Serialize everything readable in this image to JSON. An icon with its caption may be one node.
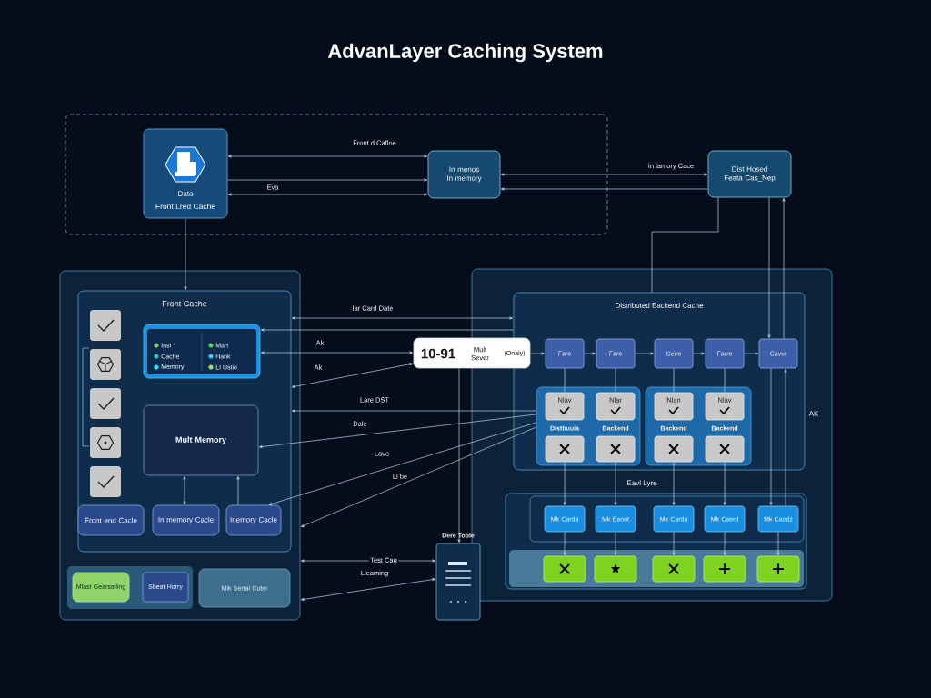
{
  "diagram": {
    "title": "AdvanLayer Caching System",
    "nodes": [
      {
        "text": [],
        "shape": "box"
      },
      {
        "text": [
          "Data",
          "Front Lred Cache"
        ],
        "in": 0
      },
      {
        "text": [
          "In menos In memory"
        ],
        "in": 0
      },
      {
        "text": [
          "Dist Hosed Feata Cas_Nep"
        ]
      },
      {
        "text": [],
        "shape": "box"
      },
      {
        "text": [
          "Front Cache"
        ],
        "in": 4
      },
      {
        "text": [
          "Inst",
          "Cache",
          "Memory",
          "Mart",
          "Hank",
          "LI Ustio"
        ],
        "in": 5
      },
      {
        "text": [
          "Mult Memory"
        ],
        "in": 5
      },
      {
        "text": [
          "Front end Cacle"
        ],
        "in": 5
      },
      {
        "text": [
          "In memory Cacle"
        ],
        "in": 5
      },
      {
        "text": [
          "Inemory Cacle"
        ],
        "in": 5
      },
      {
        "text": [
          "Mlast Gearsailing"
        ],
        "in": 4
      },
      {
        "text": [
          "Sbeat Horry"
        ],
        "in": 4
      },
      {
        "text": [
          "Mik Sertal Cuter"
        ],
        "in": 4
      },
      {
        "text": [
          "10-91",
          "Mult Sever",
          "(Onaly)"
        ]
      },
      {
        "text": [],
        "shape": "box"
      },
      {
        "text": [
          "Distributed Backend Cache"
        ],
        "in": 15
      },
      {
        "text": [
          "Fare"
        ],
        "in": 16
      },
      {
        "text": [
          "Fare"
        ],
        "in": 16
      },
      {
        "text": [
          "Ceire"
        ],
        "in": 16
      },
      {
        "text": [
          "Farre"
        ],
        "in": 16
      },
      {
        "text": [
          "Caver"
        ],
        "in": 16
      },
      {
        "text": [],
        "shape": "box",
        "in": 16
      },
      {
        "text": [],
        "shape": "box",
        "in": 16
      },
      {
        "text": [
          "Nlav"
        ],
        "in": 22
      },
      {
        "text": [
          "Nlar"
        ],
        "in": 22
      },
      {
        "text": [
          "Nlan"
        ],
        "in": 23
      },
      {
        "text": [
          "Nlav"
        ],
        "in": 23
      },
      {
        "text": [
          "Distbuuia"
        ],
        "in": 22
      },
      {
        "text": [
          "Backend"
        ],
        "in": 22
      },
      {
        "text": [
          "Backend"
        ],
        "in": 23
      },
      {
        "text": [
          "Backend"
        ],
        "in": 23
      },
      {
        "text": [],
        "shape": "box",
        "in": 15
      },
      {
        "text": [
          "Mk Carda"
        ],
        "in": 32
      },
      {
        "text": [
          "Mk Eaoot"
        ],
        "in": 32
      },
      {
        "text": [
          "Mk Carda"
        ],
        "in": 32
      },
      {
        "text": [
          "Mk Caerd"
        ],
        "in": 32
      },
      {
        "text": [
          "Mk Caodz"
        ],
        "in": 32
      },
      {
        "text": [],
        "shape": "box",
        "in": 32
      },
      {
        "text": [],
        "shape": "box",
        "in": 32
      },
      {
        "text": [],
        "shape": "box",
        "in": 32
      },
      {
        "text": [],
        "shape": "box",
        "in": 32
      },
      {
        "text": [],
        "shape": "box",
        "in": 32
      },
      {
        "text": [
          "Dere Toble"
        ]
      }
    ],
    "edges": [
      {
        "from": 1,
        "to": 2,
        "arrow": "both",
        "label": "Front d Cafloe"
      },
      {
        "from": 1,
        "to": 2,
        "arrow": "to",
        "label": "Eva"
      },
      {
        "from": 1,
        "to": 2,
        "arrow": "both"
      },
      {
        "from": 2,
        "to": 3,
        "arrow": "both",
        "label": "In lamory Cace"
      },
      {
        "from": 3,
        "to": 2,
        "arrow": "to"
      },
      {
        "from": 1,
        "to": 5,
        "arrow": "to"
      },
      {
        "from": 3,
        "to": 21,
        "arrow": "to"
      },
      {
        "from": 21,
        "to": 3,
        "arrow": "to"
      },
      {
        "from": 21,
        "to": 37,
        "arrow": "to"
      },
      {
        "from": 37,
        "to": 21,
        "arrow": "to"
      },
      {
        "from": 3,
        "to": 16,
        "arrow": "none"
      },
      {
        "from": 14,
        "to": 17,
        "arrow": "to"
      },
      {
        "from": 17,
        "to": 18,
        "arrow": "to"
      },
      {
        "from": 18,
        "to": 19,
        "arrow": "to"
      },
      {
        "from": 19,
        "to": 20,
        "arrow": "to"
      },
      {
        "from": 20,
        "to": 21,
        "arrow": "to"
      },
      {
        "from": 17,
        "to": 24,
        "arrow": "none"
      },
      {
        "from": 18,
        "to": 25,
        "arrow": "none"
      },
      {
        "from": 19,
        "to": 26,
        "arrow": "none"
      },
      {
        "from": 20,
        "to": 27,
        "arrow": "none"
      },
      {
        "from": 28,
        "to": 33,
        "arrow": "to"
      },
      {
        "from": 29,
        "to": 34,
        "arrow": "to"
      },
      {
        "from": 30,
        "to": 35,
        "arrow": "to"
      },
      {
        "from": 31,
        "to": 36,
        "arrow": "to"
      },
      {
        "from": 33,
        "to": 38,
        "arrow": "to"
      },
      {
        "from": 34,
        "to": 39,
        "arrow": "to"
      },
      {
        "from": 35,
        "to": 40,
        "arrow": "to"
      },
      {
        "from": 36,
        "to": 41,
        "arrow": "to"
      },
      {
        "from": 37,
        "to": 42,
        "arrow": "to"
      },
      {
        "from": 5,
        "to": 16,
        "arrow": "both",
        "label": "Iar Card Date"
      },
      {
        "from": 16,
        "to": 6,
        "arrow": "to"
      },
      {
        "from": 6,
        "to": 14,
        "arrow": "both",
        "label": "Ak"
      },
      {
        "from": 5,
        "to": 14,
        "arrow": "both",
        "label": "Ak"
      },
      {
        "from": 22,
        "to": 5,
        "arrow": "to",
        "label": "Lare DST"
      },
      {
        "from": 22,
        "to": 7,
        "arrow": "to",
        "label": "Dale"
      },
      {
        "from": 22,
        "to": 10,
        "arrow": "to",
        "label": "Lave"
      },
      {
        "from": 22,
        "to": 4,
        "arrow": "to",
        "label": "Ll be"
      },
      {
        "from": 4,
        "to": 43,
        "arrow": "both",
        "label": "Test Cag"
      },
      {
        "from": 4,
        "to": 43,
        "arrow": "both",
        "label": "Lleaming"
      },
      {
        "from": 9,
        "to": 7,
        "arrow": "both"
      },
      {
        "from": 10,
        "to": 7,
        "arrow": "to"
      },
      {
        "from": 14,
        "to": 43,
        "arrow": "to"
      }
    ],
    "labels": [
      "AK",
      "Eavl Lyre"
    ]
  }
}
